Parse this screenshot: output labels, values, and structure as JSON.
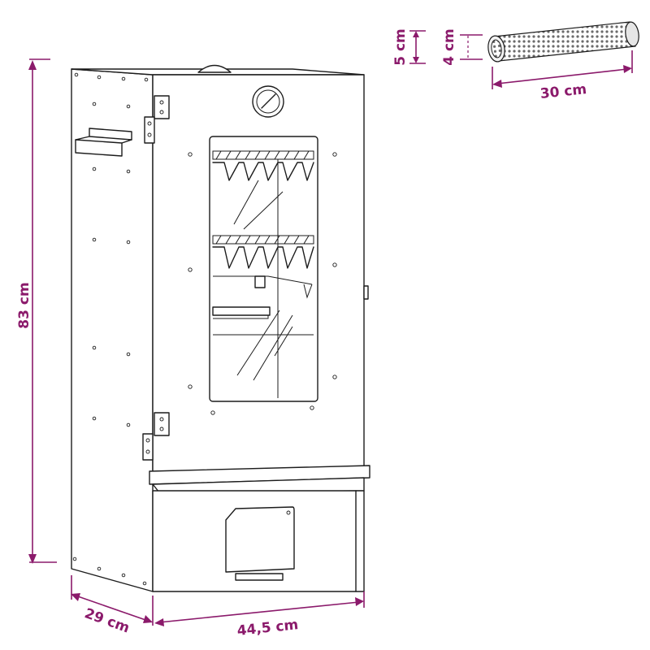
{
  "dimensions": {
    "height": "83 cm",
    "depth": "29 cm",
    "width": "44,5 cm",
    "tube_outer_diameter": "5 cm",
    "tube_inner_diameter": "4 cm",
    "tube_length": "30 cm"
  },
  "colors": {
    "dimension": "#8b1a6b",
    "outline": "#1c1c1c",
    "background": "#ffffff"
  }
}
